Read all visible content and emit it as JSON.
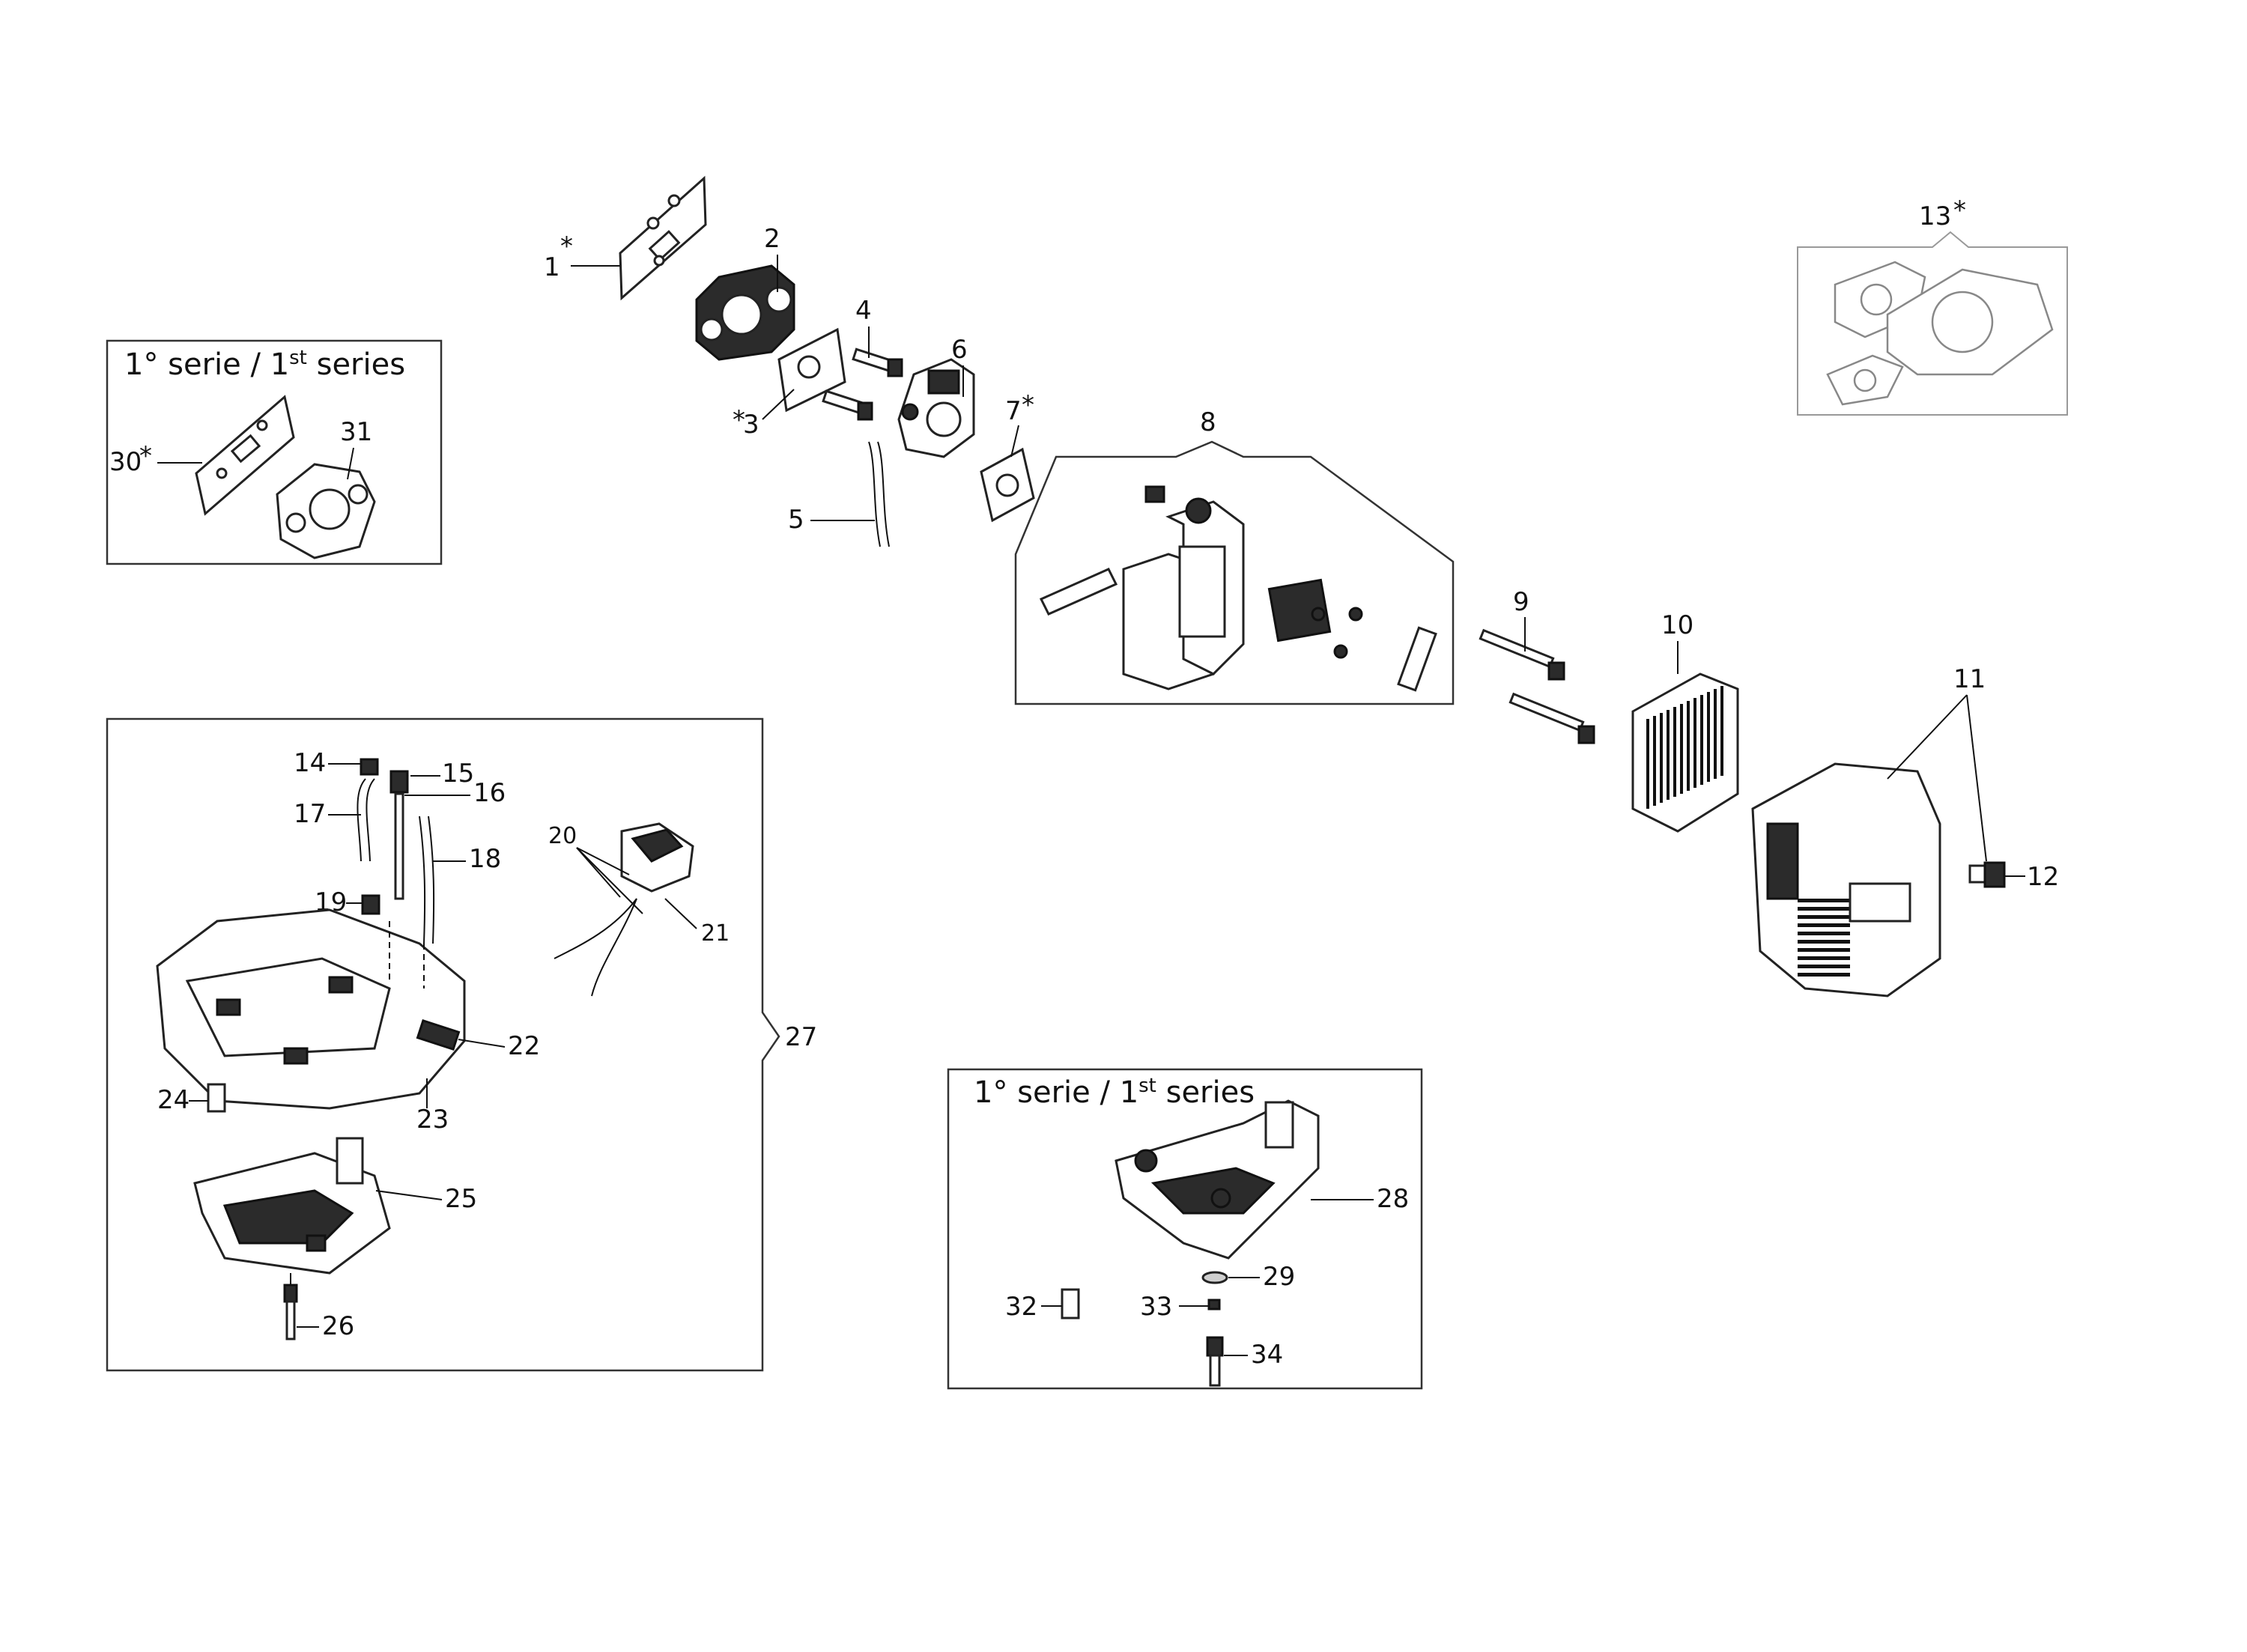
{
  "callouts": {
    "c1": "1",
    "c2": "2",
    "c3": "3",
    "c4": "4",
    "c5": "5",
    "c6": "6",
    "c7": "7",
    "c8": "8",
    "c9": "9",
    "c10": "10",
    "c11": "11",
    "c12": "12",
    "c13": "13",
    "c14": "14",
    "c15": "15",
    "c16": "16",
    "c17": "17",
    "c18": "18",
    "c19": "19",
    "c20": "20",
    "c21": "21",
    "c22": "22",
    "c23": "23",
    "c24": "24",
    "c25": "25",
    "c26": "26",
    "c27": "27",
    "c28": "28",
    "c29": "29",
    "c30": "30",
    "c31": "31",
    "c32": "32",
    "c33": "33",
    "c34": "34"
  },
  "asterisk": "*",
  "series_box": {
    "prefix": "1° serie / 1",
    "superscript": "st",
    "suffix": " series"
  }
}
